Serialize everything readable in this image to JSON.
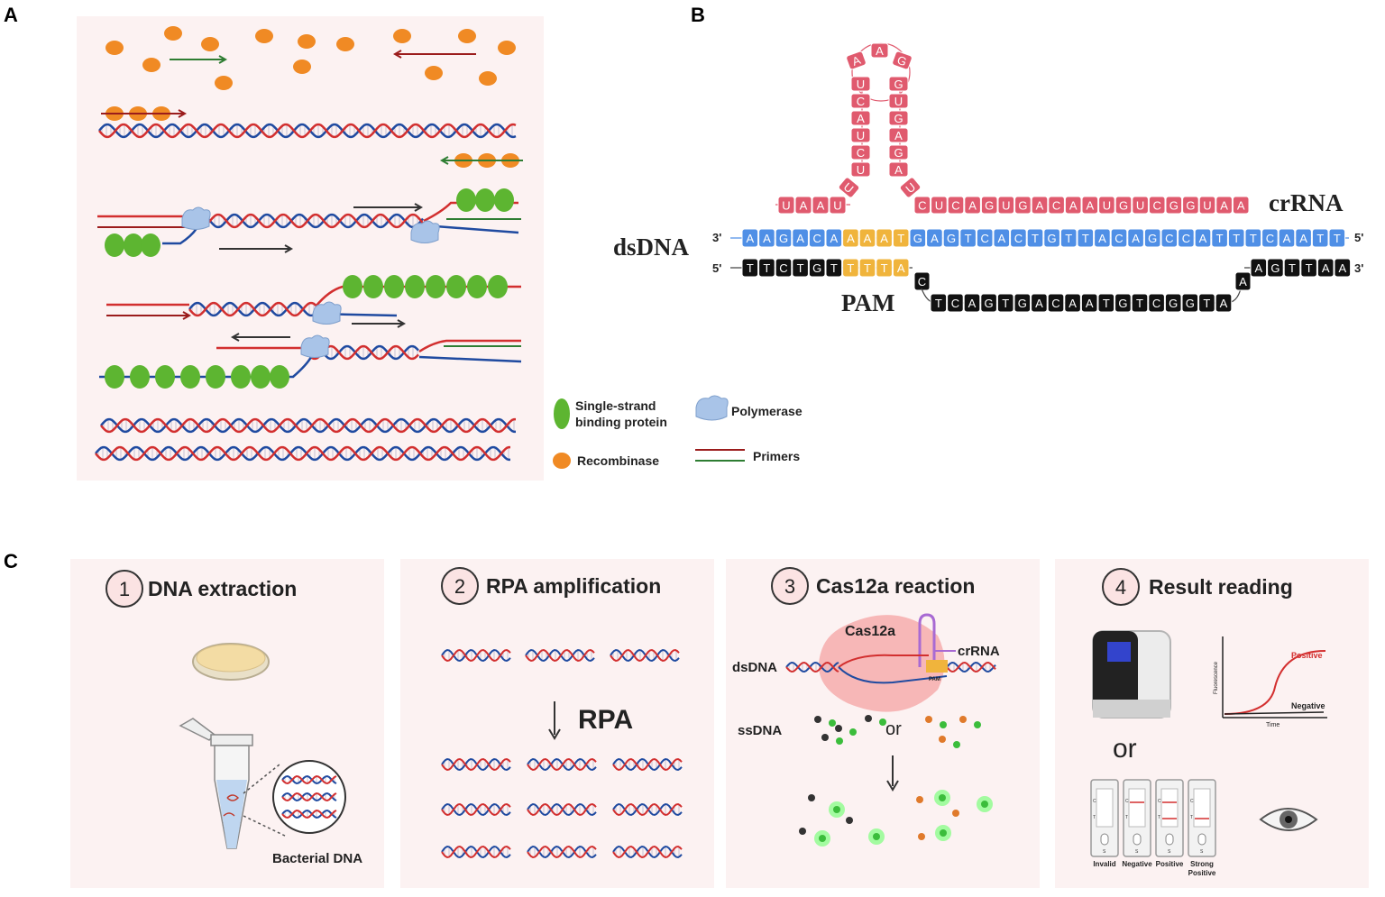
{
  "panel_labels": {
    "a": "A",
    "b": "B",
    "c": "C"
  },
  "panelA": {
    "legend": {
      "ssb_line1": "Single-strand",
      "ssb_line2": "binding protein",
      "polymerase": "Polymerase",
      "recombinase": "Recombinase",
      "primers": "Primers"
    }
  },
  "panelB": {
    "loop": [
      "A",
      "A",
      "G"
    ],
    "stem_left": [
      "U",
      "C",
      "A",
      "U",
      "C",
      "U"
    ],
    "stem_right": [
      "G",
      "U",
      "G",
      "A",
      "G",
      "A"
    ],
    "stem_left_foot": "U",
    "stem_right_foot": "U",
    "crrna_left": [
      "U",
      "A",
      "A",
      "U"
    ],
    "crrna_right": [
      "C",
      "U",
      "C",
      "A",
      "G",
      "U",
      "G",
      "A",
      "C",
      "A",
      "A",
      "U",
      "G",
      "U",
      "C",
      "G",
      "G",
      "U",
      "A",
      "A"
    ],
    "crrna_label": "crRNA",
    "dsdna_label": "dsDNA",
    "pam_label": "PAM",
    "top_strand": [
      "A",
      "A",
      "G",
      "A",
      "C",
      "A",
      "A",
      "A",
      "A",
      "T",
      "G",
      "A",
      "G",
      "T",
      "C",
      "A",
      "C",
      "T",
      "G",
      "T",
      "T",
      "A",
      "C",
      "A",
      "G",
      "C",
      "C",
      "A",
      "T",
      "T",
      "T",
      "C",
      "A",
      "A",
      "T",
      "T"
    ],
    "top_left_end": "3'",
    "top_right_end": "5'",
    "bottom_left": [
      "T",
      "T",
      "C",
      "T",
      "G",
      "T",
      "T",
      "T",
      "T",
      "A"
    ],
    "bottom_left_end": "5'",
    "bottom_right": [
      "A",
      "G",
      "T",
      "T",
      "A",
      "A"
    ],
    "bottom_right_end": "3'",
    "bottom_loop": [
      "T",
      "C",
      "A",
      "G",
      "T",
      "G",
      "A",
      "C",
      "A",
      "A",
      "T",
      "G",
      "T",
      "C",
      "G",
      "G",
      "T",
      "A"
    ],
    "bottom_loop_left": "C",
    "bottom_loop_right": "A"
  },
  "panelC": {
    "steps": [
      {
        "num": "1",
        "title": "DNA extraction"
      },
      {
        "num": "2",
        "title": "RPA amplification"
      },
      {
        "num": "3",
        "title": "Cas12a reaction"
      },
      {
        "num": "4",
        "title": "Result reading"
      }
    ],
    "bacterial_dna": "Bacterial DNA",
    "rpa": "RPA",
    "cas12a": "Cas12a",
    "crrna": "crRNA",
    "dsdna": "dsDNA",
    "pam": "PAM",
    "ssdna": "ssDNA",
    "or": "or",
    "positive": "Positive",
    "negative": "Negative",
    "fluorescence": "Fluorescence",
    "time": "Time",
    "strip_labels": [
      "Invalid",
      "Negative",
      "Positive",
      "Strong"
    ],
    "strip_label_extra": "Positive",
    "strip_c": "C",
    "strip_t": "T",
    "strip_s": "S",
    "or_big": "or"
  },
  "colors": {
    "primer_red": "#9b1c1c",
    "primer_green": "#2e7d32",
    "recombinase": "#f08a24",
    "ssb": "#5db531",
    "polymerase": "#a9c4e8",
    "rna_pink": "#e05a6e",
    "dna_blue": "#4f8fe6",
    "pam_gold": "#f0b43c",
    "dna_black": "#111111"
  }
}
